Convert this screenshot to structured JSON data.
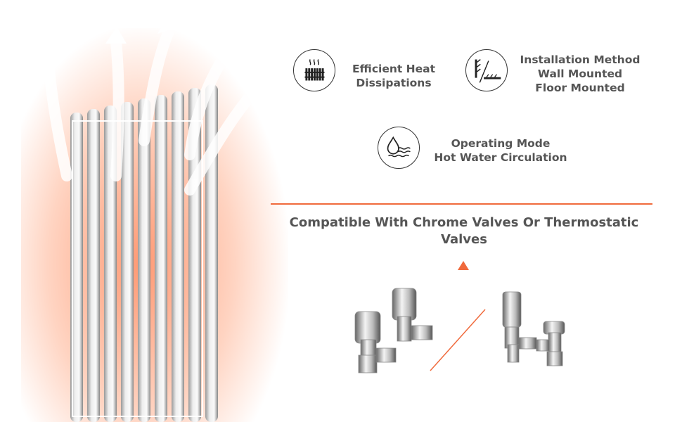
{
  "features": [
    {
      "icon": "radiator-heat-icon",
      "lines": [
        "Efficient Heat",
        "Dissipations"
      ]
    },
    {
      "icon": "wall-floor-mount-icon",
      "lines": [
        "Installation Method",
        "Wall Mounted",
        "Floor Mounted"
      ]
    },
    {
      "icon": "water-drop-waves-icon",
      "lines": [
        "Operating Mode",
        "Hot Water Circulation"
      ]
    }
  ],
  "compat": {
    "title_line1": "Compatible With Chrome Valves Or Thermostatic",
    "title_line2": "Valves"
  },
  "colors": {
    "accent": "#f06a3c",
    "text": "#555555"
  }
}
